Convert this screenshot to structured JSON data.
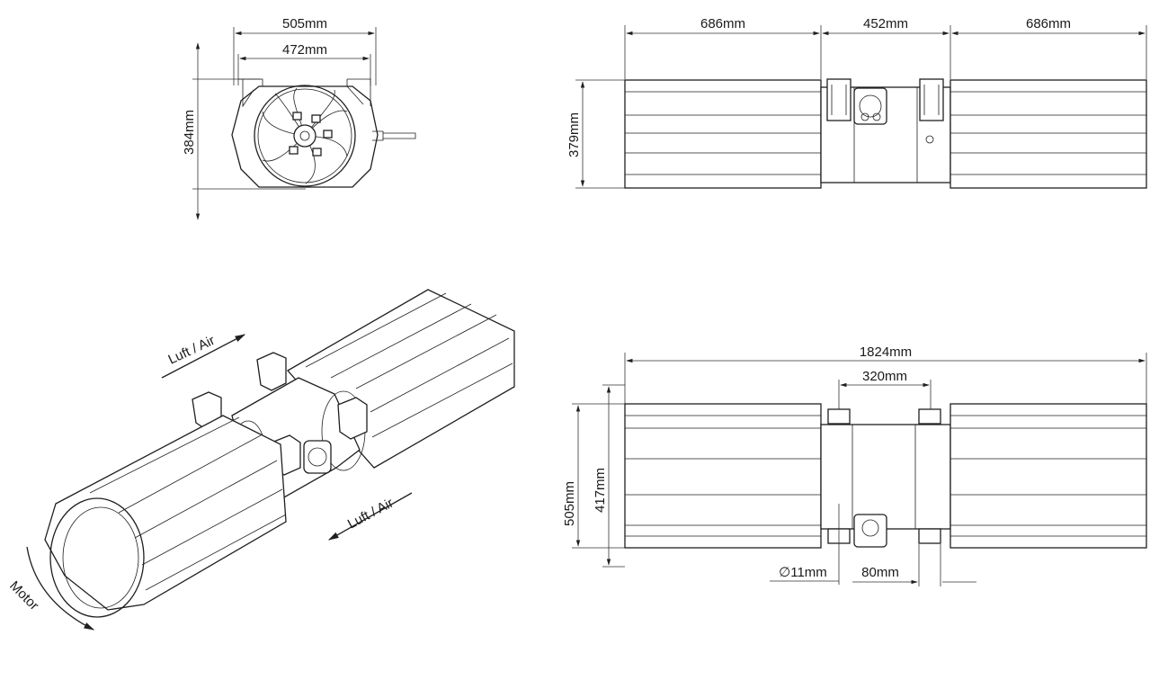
{
  "front_view": {
    "outer_width": "505mm",
    "inner_width": "472mm",
    "height": "384mm"
  },
  "side_view": {
    "left_segment": "686mm",
    "middle_segment": "452mm",
    "right_segment": "686mm",
    "height": "379mm"
  },
  "top_view": {
    "total_length": "1824mm",
    "bracket_spacing": "320mm",
    "outer_height": "505mm",
    "inner_height": "417mm",
    "hole_diameter": "∅11mm",
    "bracket_width": "80mm"
  },
  "isometric_view": {
    "airflow_label_top": "Luft / Air",
    "airflow_label_bottom": "Luft / Air",
    "rotation_label": "Motor"
  },
  "colors": {
    "line": "#1f1f1f",
    "background": "#ffffff"
  }
}
